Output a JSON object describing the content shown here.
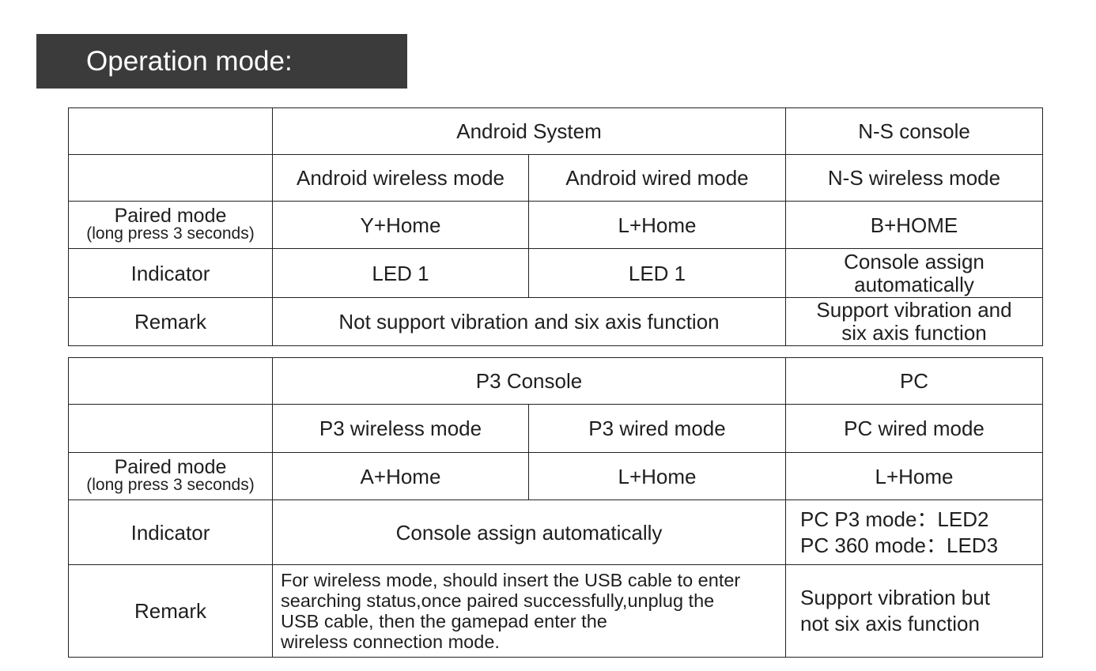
{
  "heading": "Operation mode:",
  "table1": {
    "groups": [
      "",
      "Android System",
      "N-S console"
    ],
    "modes": [
      "",
      "Android wireless mode",
      "Android wired mode",
      "N-S wireless mode"
    ],
    "paired": {
      "label": "Paired mode",
      "sublabel": "(long press 3 seconds)",
      "values": [
        "Y+Home",
        "L+Home",
        "B+HOME"
      ]
    },
    "indicator": {
      "label": "Indicator",
      "values": [
        "LED 1",
        "LED 1"
      ],
      "console_line1": "Console assign",
      "console_line2": "automatically"
    },
    "remark": {
      "label": "Remark",
      "android": "Not support vibration and six axis function",
      "console_line1": "Support vibration and",
      "console_line2": "six axis function"
    }
  },
  "table2": {
    "groups": [
      "",
      "P3 Console",
      "PC"
    ],
    "modes": [
      "",
      "P3 wireless mode",
      "P3 wired mode",
      "PC wired mode"
    ],
    "paired": {
      "label": "Paired mode",
      "sublabel": "(long press 3 seconds)",
      "values": [
        "A+Home",
        "L+Home",
        "L+Home"
      ]
    },
    "indicator": {
      "label": "Indicator",
      "p3": "Console assign automatically",
      "pc_line1": "PC P3 mode：LED2",
      "pc_line2": "PC 360 mode：LED3"
    },
    "remark": {
      "label": "Remark",
      "p3": "For wireless mode, should insert the USB cable to enter\nsearching status,once paired  successfully,unplug the\nUSB cable,  then the  gamepad enter the\nwireless connection mode.",
      "pc_line1": "Support vibration but",
      "pc_line2": "not six axis function"
    }
  }
}
